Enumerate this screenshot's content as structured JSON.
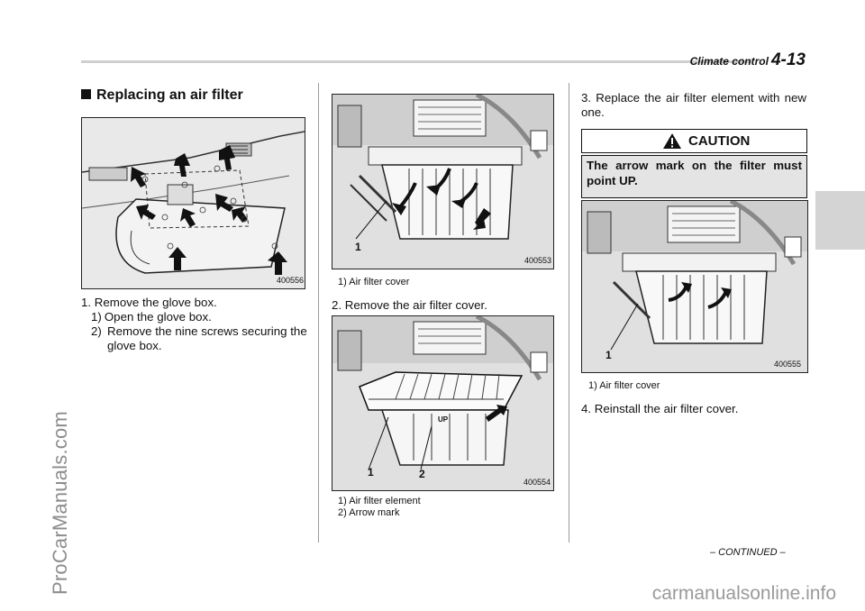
{
  "header": {
    "section_title": "Climate control",
    "page_number": "4-13"
  },
  "watermarks": {
    "side": "ProCarManuals.com",
    "bottom": "carmanualsonline.info"
  },
  "section_heading": "Replacing an air filter",
  "col1": {
    "figure_number": "400556",
    "step1": "1.  Remove the glove box.",
    "substeps": [
      {
        "num": "1)",
        "text": "Open the glove box."
      },
      {
        "num": "2)",
        "text": "Remove the nine screws securing the glove box."
      }
    ]
  },
  "col2": {
    "figure1": {
      "number": "400553",
      "callouts": [
        "1"
      ],
      "captions": [
        "1)  Air filter cover"
      ]
    },
    "step2": "2.  Remove the air filter cover.",
    "figure2": {
      "number": "400554",
      "callouts": [
        "1",
        "2"
      ],
      "marking": "UP",
      "captions": [
        "1)  Air filter element",
        "2)  Arrow mark"
      ]
    }
  },
  "col3": {
    "step3": "3.  Replace the air filter element with new one.",
    "caution": {
      "title": "CAUTION",
      "text": "The arrow mark on the filter must point UP."
    },
    "figure3": {
      "number": "400555",
      "callouts": [
        "1"
      ],
      "captions": [
        "1)  Air filter cover"
      ]
    },
    "step4": "4.  Reinstall the air filter cover."
  },
  "footer": {
    "continued": "– CONTINUED –"
  }
}
